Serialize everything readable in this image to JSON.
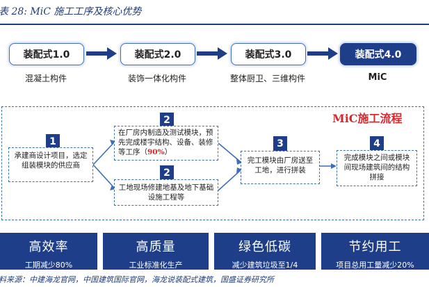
{
  "title": "表 28: MiC 施工工序及核心优势",
  "generations": [
    {
      "label": "装配式1.0",
      "caption": "混凝土构件"
    },
    {
      "label": "装配式2.0",
      "caption": "装饰一体化构件"
    },
    {
      "label": "装配式3.0",
      "caption": "整体厨卫、三维构件"
    },
    {
      "label": "装配式4.0",
      "caption": "MiC"
    }
  ],
  "flow": {
    "title": "MiC施工流程",
    "steps": [
      {
        "num": "1",
        "text": "承建商设计项目，选定组装模块的供应商"
      },
      {
        "num": "2",
        "text_a": "在厂房内制造及测试模块，预先完成楼宇结构、设备、装修等工序（",
        "highlight": "90%",
        "text_b": "）"
      },
      {
        "num": "2",
        "text": "工地现场修建地基及地下基础设施工程等"
      },
      {
        "num": "3",
        "text": "完工模块由厂房送至工地，进行拼装"
      },
      {
        "num": "4",
        "text": "完成模块之间或模块间现场建筑间的结构拼接"
      }
    ]
  },
  "advantages": [
    {
      "title": "高效率",
      "desc": "工期减少80%"
    },
    {
      "title": "高质量",
      "desc": "工业标准化生产"
    },
    {
      "title": "绿色低碳",
      "desc": "减少建筑垃圾至1/4"
    },
    {
      "title": "节约用工",
      "desc": "项目总用工量减少20%"
    }
  ],
  "source": "料来源：中建海龙官网，中国建筑国际官网，海龙说装配式建筑，国盛证券研究所",
  "colors": {
    "navy": "#1f3e8a",
    "accent": "#3f6fb6",
    "red": "#d9272e"
  }
}
